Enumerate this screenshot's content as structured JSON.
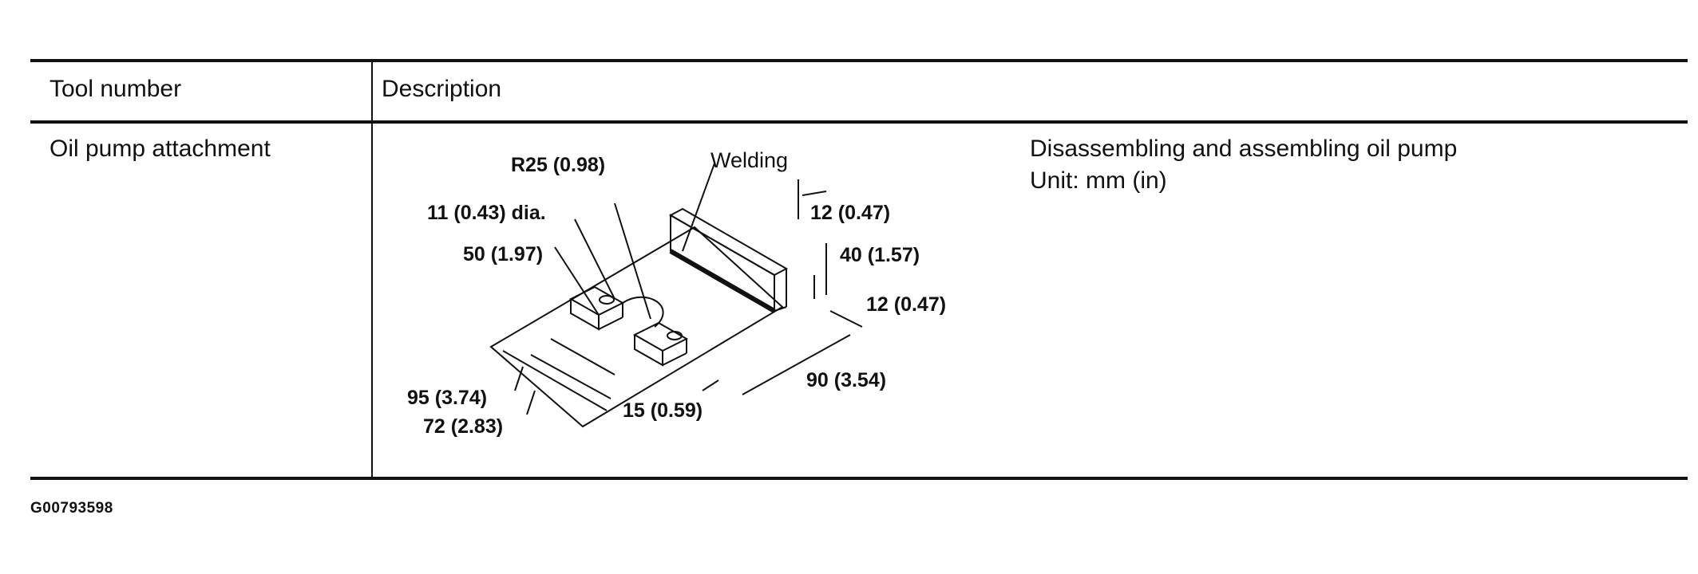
{
  "table": {
    "headers": {
      "tool_number": "Tool number",
      "description": "Description"
    },
    "row": {
      "tool_number": "Oil pump attachment",
      "purpose": "Disassembling and assembling oil pump",
      "unit": "Unit: mm (in)",
      "drawing_labels": {
        "welding": "Welding",
        "radius": "R25 (0.98)",
        "hole_dia": "11 (0.43) dia.",
        "width_50": "50 (1.97)",
        "thick_12_top": "12 (0.47)",
        "height_40": "40 (1.57)",
        "thick_12_side": "12 (0.47)",
        "length_90": "90 (3.54)",
        "length_95": "95 (3.74)",
        "length_72": "72 (2.83)",
        "offset_15": "15 (0.59)"
      }
    }
  },
  "figure_code": "G00793598"
}
